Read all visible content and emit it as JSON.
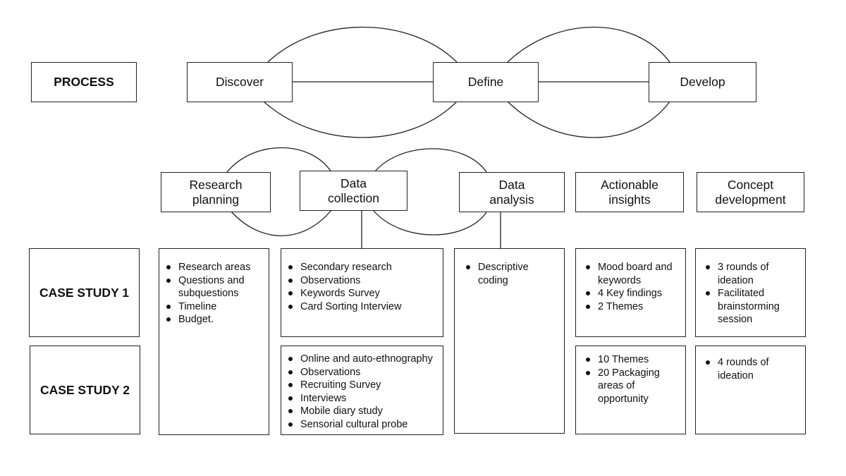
{
  "process": {
    "label": "PROCESS",
    "stages": [
      "Discover",
      "Define",
      "Develop"
    ]
  },
  "steps": [
    {
      "label": "Research\nplanning"
    },
    {
      "label": "Data\ncollection"
    },
    {
      "label": "Data\nanalysis"
    },
    {
      "label": "Actionable\ninsights"
    },
    {
      "label": "Concept\ndevelopment"
    }
  ],
  "case_studies": [
    {
      "label": "CASE STUDY 1",
      "cells": {
        "research_planning": [
          "Research areas",
          "Questions and subquestions",
          "Timeline",
          "Budget."
        ],
        "data_collection": [
          "Secondary research",
          "Observations",
          "Keywords Survey",
          "Card Sorting Interview"
        ],
        "data_analysis": [
          "Descriptive coding"
        ],
        "actionable_insights": [
          "Mood board and keywords",
          "4 Key findings",
          "2 Themes"
        ],
        "concept_development": [
          "3 rounds of ideation",
          "Facilitated brainstorming session"
        ]
      }
    },
    {
      "label": "CASE STUDY 2",
      "cells": {
        "data_collection": [
          "Online and auto-ethnography",
          "Observations",
          "Recruiting Survey",
          "Interviews",
          "Mobile diary study",
          "Sensorial cultural probe"
        ],
        "actionable_insights": [
          "10 Themes",
          "20 Packaging areas of opportunity"
        ],
        "concept_development": [
          "4 rounds of ideation"
        ]
      }
    }
  ]
}
